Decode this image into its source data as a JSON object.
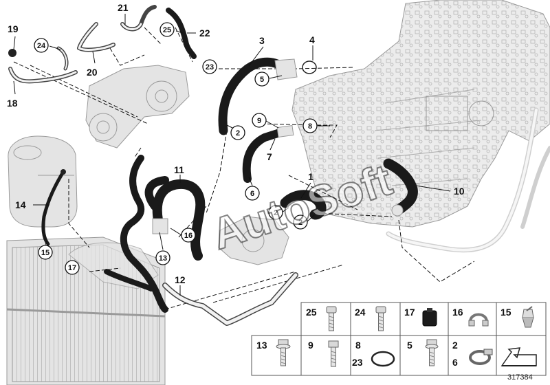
{
  "part_labels": [
    "19",
    "24",
    "21",
    "25",
    "22",
    "20",
    "18",
    "3",
    "4",
    "5",
    "23",
    "9",
    "8",
    "7",
    "2",
    "11",
    "1",
    "6",
    "10",
    "14",
    "15",
    "17",
    "16",
    "13",
    "12"
  ],
  "legend": {
    "cells": [
      {
        "labels": [
          "25"
        ],
        "icon": "bolt-icon"
      },
      {
        "labels": [
          "24"
        ],
        "icon": "bolt-icon"
      },
      {
        "labels": [
          "17"
        ],
        "icon": "rubber-mount-icon"
      },
      {
        "labels": [
          "16"
        ],
        "icon": "hose-clip-icon"
      },
      {
        "labels": [
          "15"
        ],
        "icon": "spring-clip-icon"
      },
      {
        "labels": [
          "13"
        ],
        "icon": "flange-bolt-icon"
      },
      {
        "labels": [
          "9"
        ],
        "icon": "bolt-icon"
      },
      {
        "labels": [
          "8",
          "23"
        ],
        "icon": "o-ring-icon"
      },
      {
        "labels": [
          "5"
        ],
        "icon": "bolt-icon"
      },
      {
        "labels": [
          "2",
          "6"
        ],
        "icon": "hose-clamp-icon"
      },
      {
        "labels": [],
        "icon": "arrow-icon"
      }
    ]
  },
  "watermark": "AutoSoft",
  "diagram_id": "317384"
}
